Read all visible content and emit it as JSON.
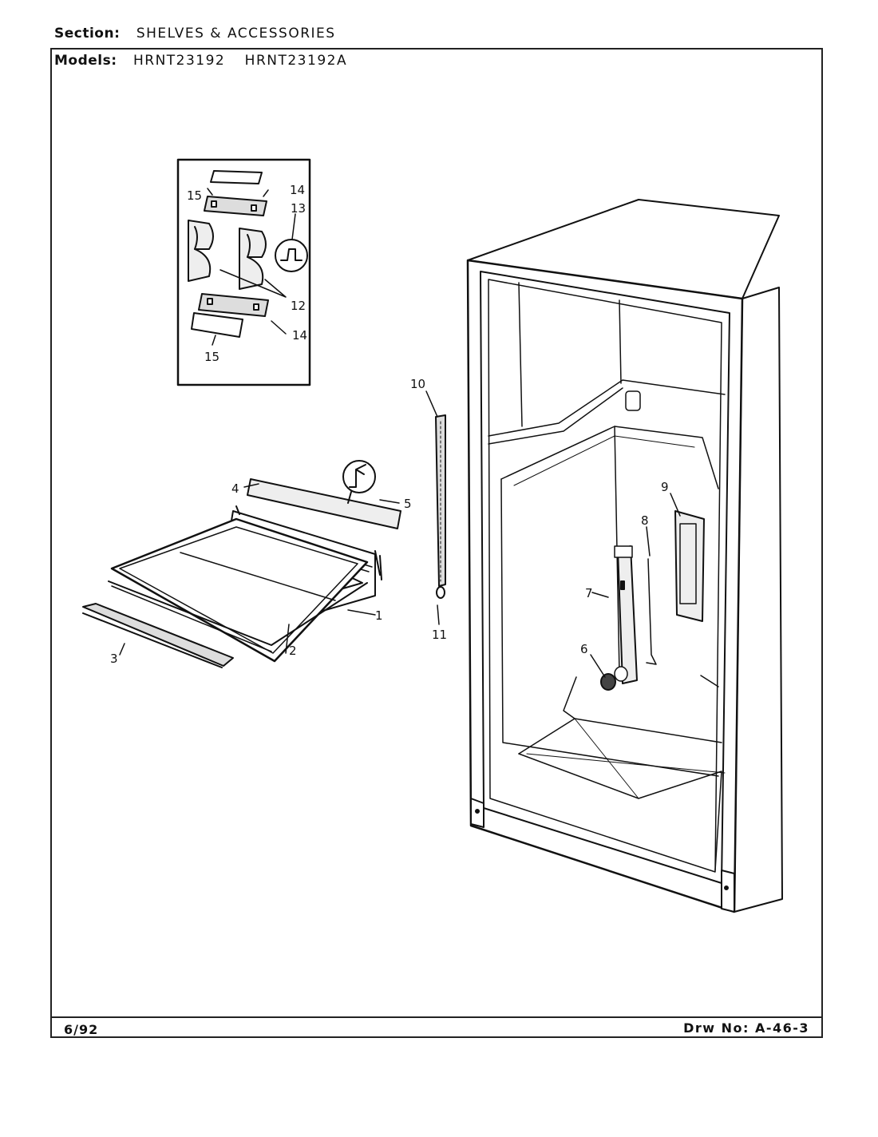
{
  "header": {
    "section_label": "Section:",
    "section_value": "SHELVES & ACCESSORIES",
    "models_label": "Models:",
    "models": [
      "HRNT23192",
      "HRNT23192A"
    ]
  },
  "footer": {
    "date": "6/92",
    "drawing_number": "Drw No: A-46-3"
  },
  "callouts": {
    "c1": "1",
    "c2": "2",
    "c3": "3",
    "c4": "4",
    "c5": "5",
    "c6": "6",
    "c7": "7",
    "c8": "8",
    "c9": "9",
    "c10": "10",
    "c11": "11",
    "c12": "12",
    "c13": "13",
    "c14a": "14",
    "c14b": "14",
    "c15a": "15",
    "c15b": "15"
  }
}
